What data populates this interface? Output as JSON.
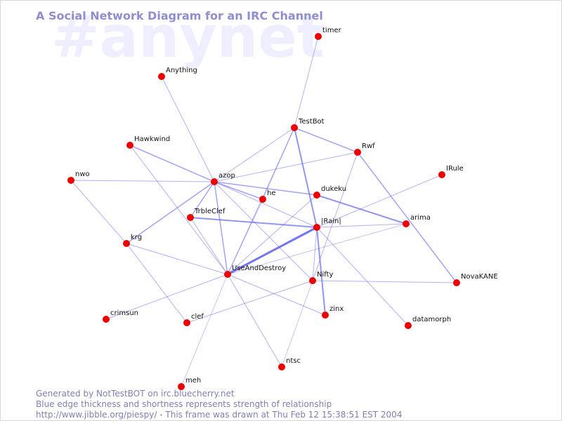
{
  "watermark": "#anynet",
  "title": "A Social Network Diagram for an IRC Channel",
  "footer": {
    "line1": "Generated by NotTestBOT on irc.bluecherry.net",
    "line2": "Blue edge thickness and shortness represents strength of relationship",
    "line3": "http://www.jibble.org/piespy/ - This frame was drawn at Thu Feb 12 15:38:51 EST 2004"
  },
  "colors": {
    "node": "#ee0000",
    "edge": "#6666ee",
    "title": "#8f8fd0",
    "watermark": "#eeeeff",
    "footer": "#8080b0"
  },
  "nodes": [
    {
      "id": "timer",
      "label": "timer"
    },
    {
      "id": "Anything",
      "label": "Anything"
    },
    {
      "id": "TestBot",
      "label": "TestBot"
    },
    {
      "id": "Hawkwind",
      "label": "Hawkwind"
    },
    {
      "id": "Rwf",
      "label": "Rwf"
    },
    {
      "id": "nwo",
      "label": "nwo"
    },
    {
      "id": "azop",
      "label": "azop"
    },
    {
      "id": "IRule",
      "label": "IRule"
    },
    {
      "id": "he",
      "label": "he"
    },
    {
      "id": "dukeku",
      "label": "dukeku"
    },
    {
      "id": "TrbleClef",
      "label": "TrbleClef"
    },
    {
      "id": "Rain",
      "label": "|Rain|"
    },
    {
      "id": "arima",
      "label": "arima"
    },
    {
      "id": "krg",
      "label": "krg"
    },
    {
      "id": "UseAndDestroy",
      "label": "UseAndDestroy"
    },
    {
      "id": "Nifty",
      "label": "Nifty"
    },
    {
      "id": "NovaKANE",
      "label": "NovaKANE"
    },
    {
      "id": "zinx",
      "label": "zinx"
    },
    {
      "id": "crimsun",
      "label": "crimsun"
    },
    {
      "id": "clef",
      "label": "clef"
    },
    {
      "id": "datamorph",
      "label": "datamorph"
    },
    {
      "id": "ntsc",
      "label": "ntsc"
    },
    {
      "id": "meh",
      "label": "meh"
    }
  ],
  "edges": [
    {
      "source": "timer",
      "target": "TestBot",
      "weight": 1
    },
    {
      "source": "TestBot",
      "target": "Rwf",
      "weight": 1.5
    },
    {
      "source": "TestBot",
      "target": "azop",
      "weight": 1
    },
    {
      "source": "TestBot",
      "target": "Rain",
      "weight": 2
    },
    {
      "source": "TestBot",
      "target": "he",
      "weight": 1
    },
    {
      "source": "TestBot",
      "target": "UseAndDestroy",
      "weight": 1
    },
    {
      "source": "Anything",
      "target": "azop",
      "weight": 1
    },
    {
      "source": "Hawkwind",
      "target": "azop",
      "weight": 1.5
    },
    {
      "source": "Hawkwind",
      "target": "UseAndDestroy",
      "weight": 1
    },
    {
      "source": "nwo",
      "target": "azop",
      "weight": 1
    },
    {
      "source": "nwo",
      "target": "krg",
      "weight": 1
    },
    {
      "source": "Rwf",
      "target": "azop",
      "weight": 1
    },
    {
      "source": "Rwf",
      "target": "Nifty",
      "weight": 1
    },
    {
      "source": "Rwf",
      "target": "NovaKANE",
      "weight": 1.5
    },
    {
      "source": "azop",
      "target": "he",
      "weight": 1.5
    },
    {
      "source": "azop",
      "target": "dukeku",
      "weight": 1.5
    },
    {
      "source": "azop",
      "target": "TrbleClef",
      "weight": 1.5
    },
    {
      "source": "azop",
      "target": "krg",
      "weight": 1.5
    },
    {
      "source": "azop",
      "target": "UseAndDestroy",
      "weight": 1.5
    },
    {
      "source": "azop",
      "target": "Rain",
      "weight": 1
    },
    {
      "source": "azop",
      "target": "Nifty",
      "weight": 1
    },
    {
      "source": "dukeku",
      "target": "arima",
      "weight": 2
    },
    {
      "source": "dukeku",
      "target": "UseAndDestroy",
      "weight": 1
    },
    {
      "source": "he",
      "target": "UseAndDestroy",
      "weight": 1
    },
    {
      "source": "TrbleClef",
      "target": "Rain",
      "weight": 2
    },
    {
      "source": "TrbleClef",
      "target": "UseAndDestroy",
      "weight": 1
    },
    {
      "source": "IRule",
      "target": "Rain",
      "weight": 1
    },
    {
      "source": "Rain",
      "target": "arima",
      "weight": 1
    },
    {
      "source": "Rain",
      "target": "UseAndDestroy",
      "weight": 3
    },
    {
      "source": "Rain",
      "target": "zinx",
      "weight": 2
    },
    {
      "source": "Rain",
      "target": "datamorph",
      "weight": 1
    },
    {
      "source": "Rain",
      "target": "Nifty",
      "weight": 1
    },
    {
      "source": "arima",
      "target": "UseAndDestroy",
      "weight": 0.8
    },
    {
      "source": "krg",
      "target": "UseAndDestroy",
      "weight": 1
    },
    {
      "source": "krg",
      "target": "clef",
      "weight": 1
    },
    {
      "source": "UseAndDestroy",
      "target": "crimsun",
      "weight": 1
    },
    {
      "source": "UseAndDestroy",
      "target": "zinx",
      "weight": 1
    },
    {
      "source": "UseAndDestroy",
      "target": "ntsc",
      "weight": 1
    },
    {
      "source": "UseAndDestroy",
      "target": "meh",
      "weight": 0.8
    },
    {
      "source": "Nifty",
      "target": "NovaKANE",
      "weight": 1
    },
    {
      "source": "Nifty",
      "target": "clef",
      "weight": 1
    },
    {
      "source": "Nifty",
      "target": "ntsc",
      "weight": 0.8
    }
  ]
}
